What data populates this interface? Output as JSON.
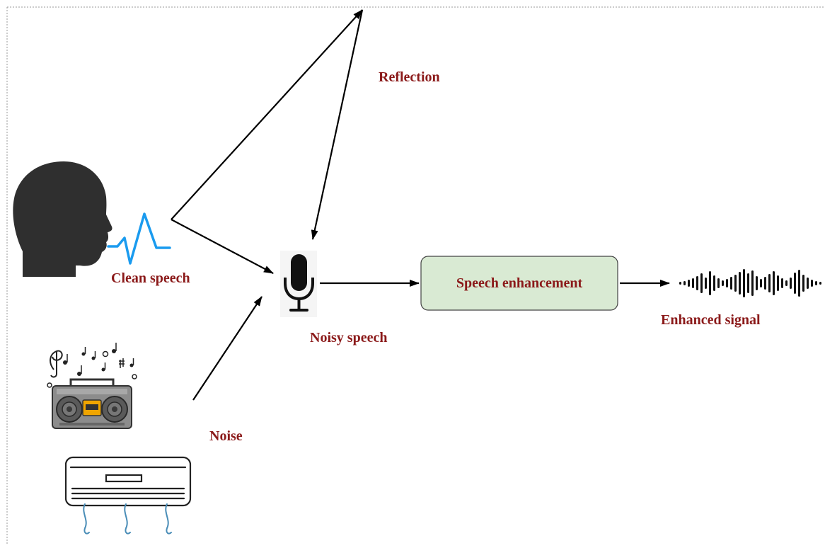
{
  "labels": {
    "reflection": "Reflection",
    "clean_speech": "Clean speech",
    "noisy_speech": "Noisy speech",
    "noise": "Noise",
    "speech_enhancement": "Speech enhancement",
    "enhanced_signal": "Enhanced signal"
  },
  "icons": {
    "speaker": "human-head-profile-icon",
    "speech_wave": "speech-waveform-icon",
    "microphone": "microphone-icon",
    "radio": "boombox-radio-icon",
    "music_notes": "music-notes-icon",
    "air_conditioner": "air-conditioner-icon",
    "output_wave": "audio-waveform-icon"
  },
  "colors": {
    "label_text": "#8b1a1a",
    "box_fill": "#d9ead3",
    "box_stroke": "#444444",
    "head_fill": "#2f2f2f",
    "wave_blue": "#1a9bef",
    "arrow": "#000000",
    "border_dotted": "#999999"
  }
}
